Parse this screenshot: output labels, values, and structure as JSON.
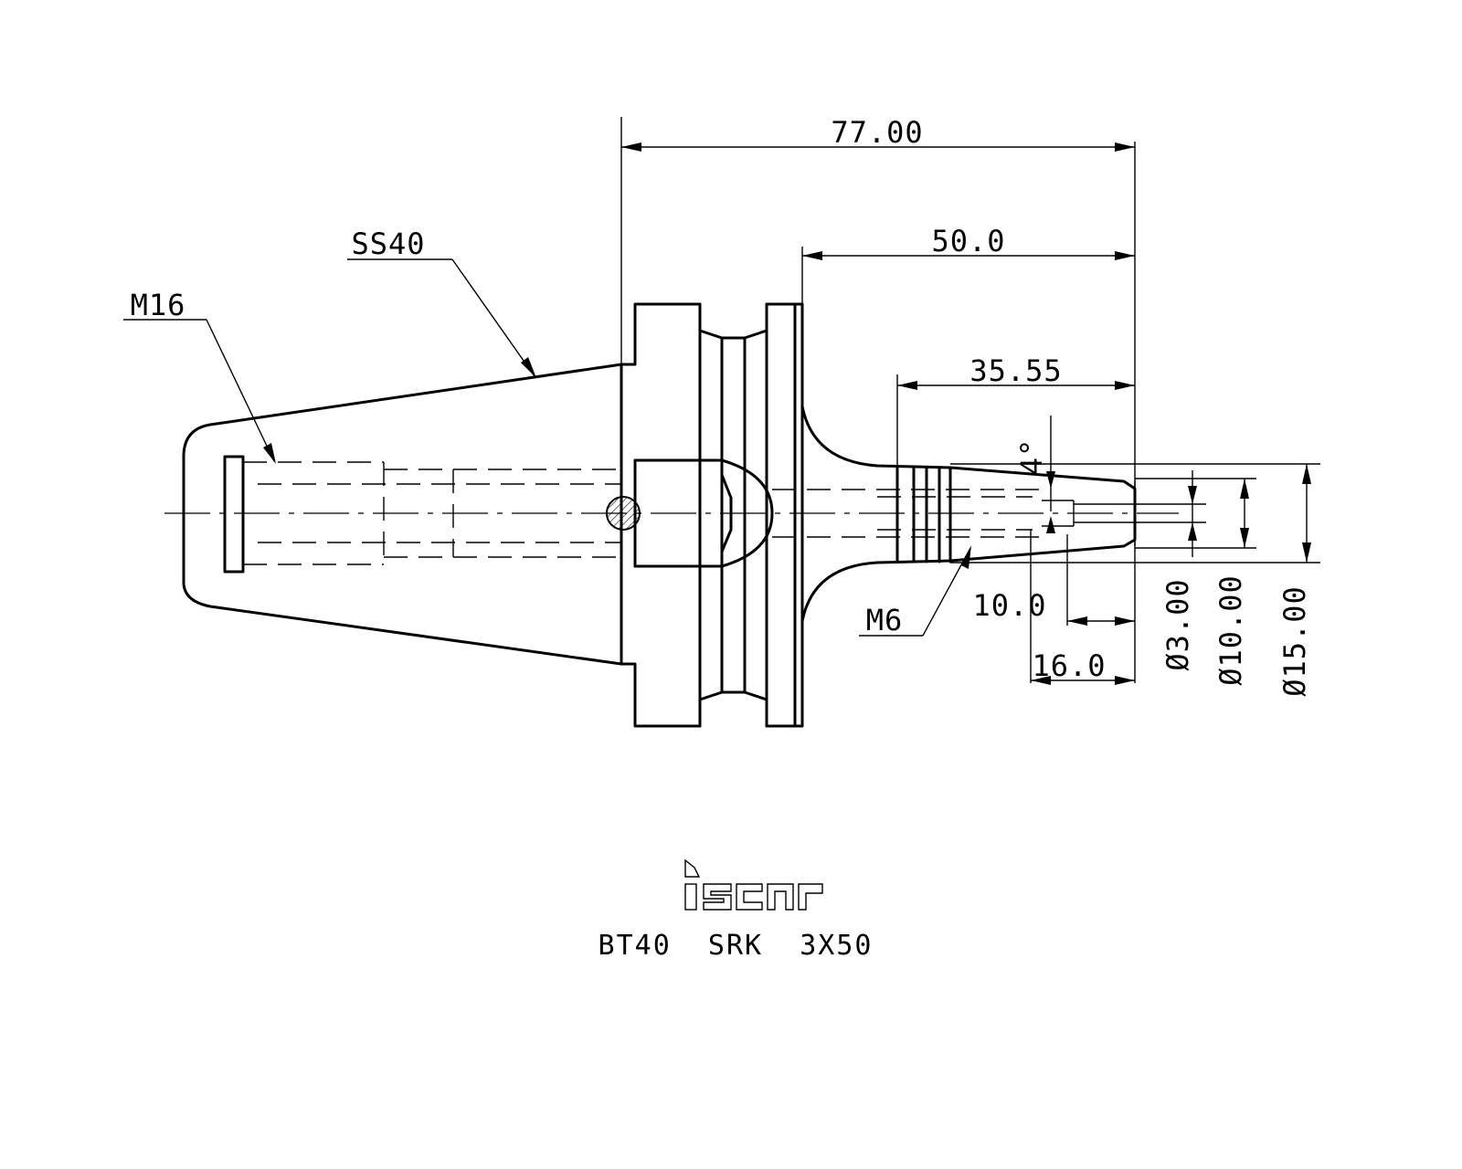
{
  "dimensions": {
    "overall_length": "77.00",
    "gauge_length": "50.0",
    "nose_length": "35.55",
    "taper_angle": "4°",
    "tip_length_a": "10.0",
    "tip_length_b": "16.0",
    "dia_bore": "Ø3.00",
    "dia_tip": "Ø10.00",
    "dia_body": "Ø15.00"
  },
  "callouts": {
    "thread_rear": "M16",
    "shank_taper": "SS40",
    "thread_front": "M6"
  },
  "brand": {
    "logo_text": "iscar",
    "model": "BT40  SRK  3X50"
  }
}
